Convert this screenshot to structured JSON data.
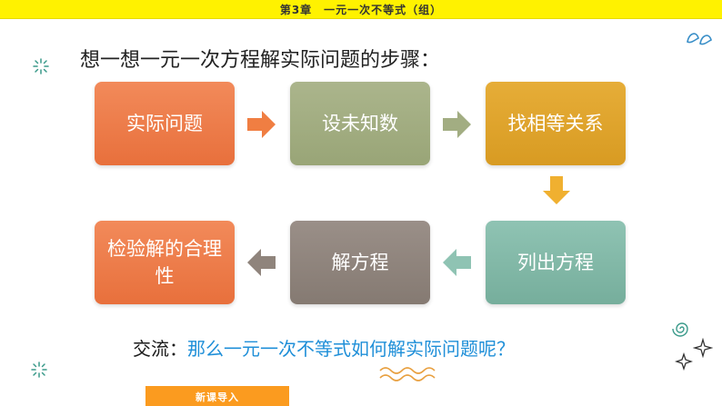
{
  "header": {
    "title": "第3章　一元一次不等式（组）"
  },
  "heading": "想一想一元一次方程解实际问题的步骤：",
  "steps": [
    "实际问题",
    "设未知数",
    "找相等关系",
    "列出方程",
    "解方程",
    "检验解的合理性"
  ],
  "question": {
    "label": "交流：",
    "text": "那么一元一次不等式如何解实际问题呢？"
  },
  "footer": {
    "tab_label": "新课导入"
  },
  "colors": {
    "topbar": "#fff200",
    "step1": "#ec7b47",
    "step2": "#a2ad82",
    "step3": "#e0a42d",
    "step4": "#82b8a7",
    "step5": "#8f847c",
    "step6": "#ec7b47",
    "arrow_orange": "#f07e42",
    "arrow_olive": "#a2ad82",
    "arrow_amber": "#f0b030",
    "arrow_teal": "#8fc3b3",
    "arrow_taupe": "#8f847c",
    "question_blue": "#1f8fd8",
    "footer_tab": "#fb9b1f"
  }
}
